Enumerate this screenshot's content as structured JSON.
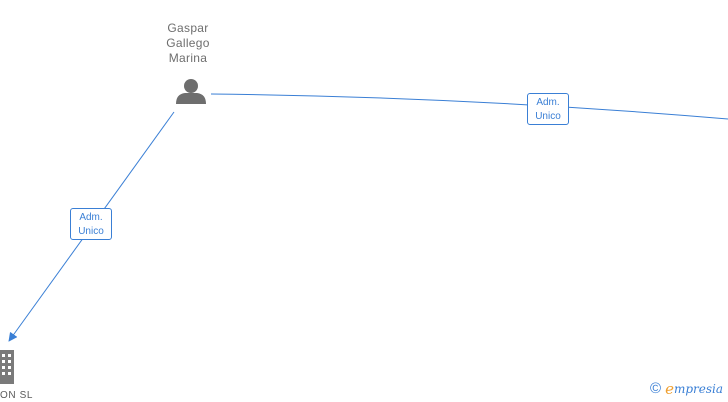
{
  "person": {
    "name_lines": [
      "Gaspar",
      "Gallego",
      "Marina"
    ],
    "icon": "person-icon"
  },
  "company": {
    "name": "ON SL",
    "icon": "building-icon"
  },
  "relations": [
    {
      "label_lines": [
        "Adm.",
        "Unico"
      ]
    },
    {
      "label_lines": [
        "Adm.",
        "Unico"
      ]
    }
  ],
  "brand": {
    "copyright": "©",
    "logo_letter": "e",
    "logo_rest": "mpresia"
  },
  "colors": {
    "edge": "#3a7fd5",
    "node_icon": "#6e6e6e",
    "text": "#6e6e6e",
    "brand_accent": "#f0a030"
  }
}
